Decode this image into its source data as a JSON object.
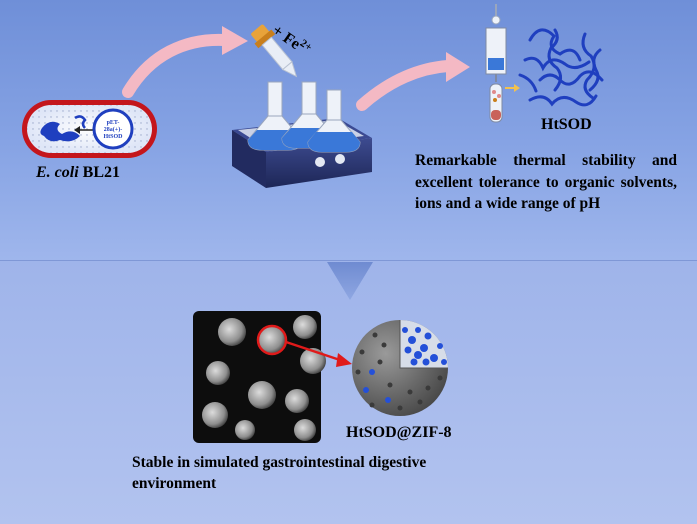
{
  "labels": {
    "ecoli_italic": "E. coli",
    "ecoli_rest": " BL21",
    "plasmid_text_1": "pET-28a(+)-",
    "plasmid_text_2": "HtSOD",
    "fe_plus": "+ Fe",
    "fe_sup": "2+",
    "htsod": "HtSOD",
    "description": "Remarkable thermal stability and excellent tolerance to organic solvents, ions and  a wide range of pH",
    "zif": "HtSOD@ZIF-8",
    "stable": "Stable in simulated gastrointestinal digestive environment"
  },
  "colors": {
    "top_panel": "#7b98de",
    "bottom_panel": "#aabdee",
    "arrow_pink": "#f4b9c4",
    "down_arrow": "#7c97d6",
    "cell_border": "#c4161c",
    "protein_blue": "#1f3fbf",
    "flask_liquid": "#3a78d8",
    "stirrer_body": "#2e3a78",
    "sem_bg": "#0d0d0d",
    "zif_sphere": "#6b6b6b",
    "highlight_red": "#e01a1a"
  },
  "icons": [
    "e-coli-cell-icon",
    "dropper-icon",
    "flask-icon",
    "magnetic-stirrer-icon",
    "column-icon",
    "protein-structure-icon",
    "sem-image",
    "zif-sphere-icon"
  ]
}
